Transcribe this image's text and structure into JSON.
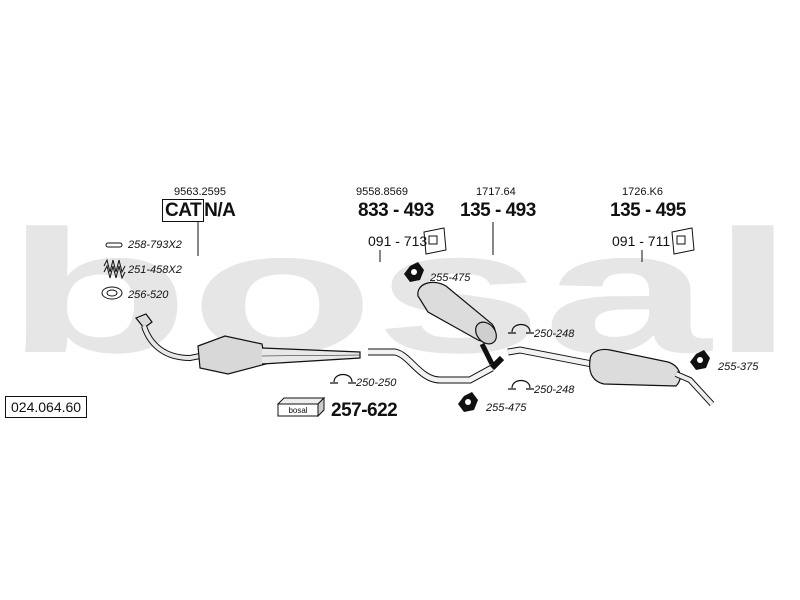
{
  "watermark": "bosal",
  "catalog_number": "024.064.60",
  "brand_label": "bosal",
  "colors": {
    "watermark": "#e6e6e6",
    "line": "#111111",
    "part_fill": "#dcdcdc"
  },
  "groups": [
    {
      "ref": "9563.2595",
      "code_boxed": "CAT",
      "code": "N/A",
      "sub": ""
    },
    {
      "ref": "9558.8569",
      "code": "833 - 493",
      "sub": "091 - 713"
    },
    {
      "ref": "1717.64",
      "code": "135 - 493",
      "sub": ""
    },
    {
      "ref": "1726.K6",
      "code": "135 - 495",
      "sub": "091 - 711"
    }
  ],
  "accessories": {
    "gasket_screws": "258-793X2",
    "springs": "251-458X2",
    "ring_gasket": "256-520",
    "clamp_cat": "250-250",
    "hanger_front": "255-475",
    "hanger_mid": "255-475",
    "clamp_mid_upper": "250-248",
    "clamp_mid_lower": "250-248",
    "hanger_rear": "255-375",
    "mounting_kit": "257-622"
  }
}
